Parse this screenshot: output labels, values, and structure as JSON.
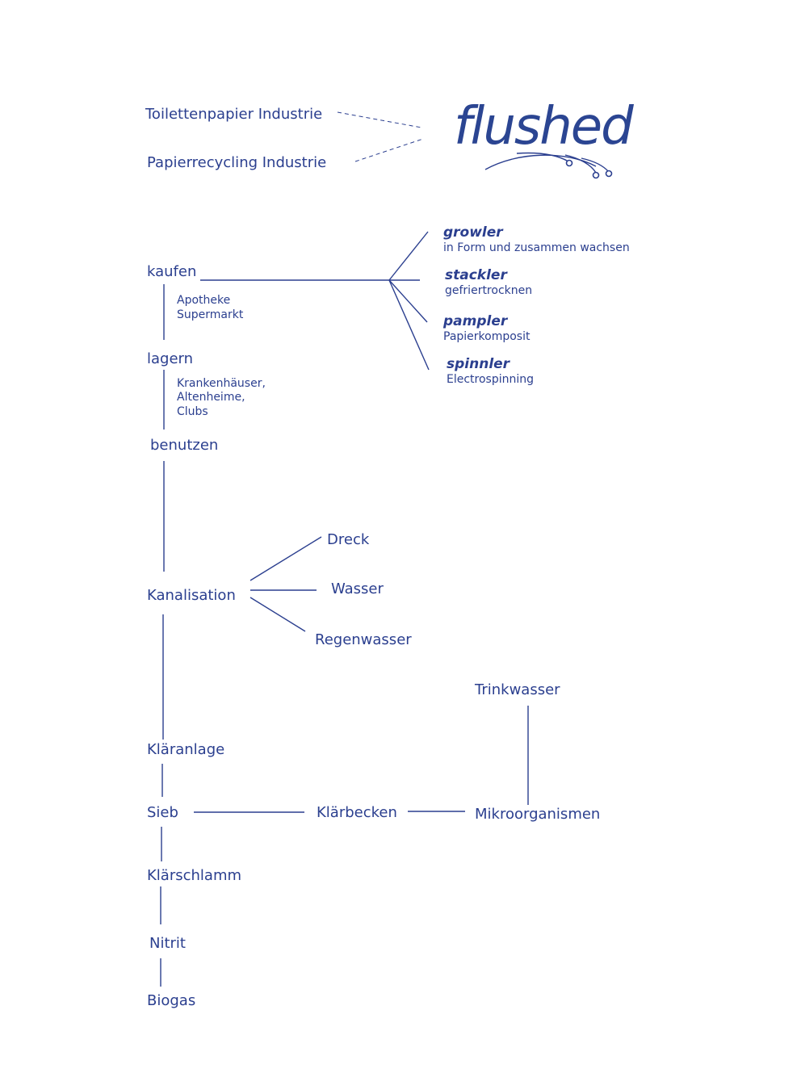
{
  "colors": {
    "ink": "#2b3f8f"
  },
  "logo": {
    "text": "flushed"
  },
  "industries": [
    "Toilettenpapier Industrie",
    "Papierrecycling Industrie"
  ],
  "lifecycle": {
    "kaufen": "kaufen",
    "kaufen_places": [
      "Apotheke",
      "Supermarkt"
    ],
    "lagern": "lagern",
    "lagern_places": [
      "Krankenhäuser,",
      "Altenheime,",
      "Clubs"
    ],
    "benutzen": "benutzen"
  },
  "products": [
    {
      "name": "growler",
      "desc": "in Form und zusammen wachsen"
    },
    {
      "name": "stackler",
      "desc": "gefriertrocknen"
    },
    {
      "name": "pampler",
      "desc": "Papierkomposit"
    },
    {
      "name": "spinnler",
      "desc": "Electrospinning"
    }
  ],
  "sewer": {
    "kanalisation": "Kanalisation",
    "inputs": [
      "Dreck",
      "Wasser",
      "Regenwasser"
    ]
  },
  "treatment": {
    "klaeranlage": "Kläranlage",
    "sieb": "Sieb",
    "klaerbecken": "Klärbecken",
    "mikro": "Mikroorganismen",
    "trinkwasser": "Trinkwasser",
    "klaerschlamm": "Klärschlamm",
    "nitrit": "Nitrit",
    "biogas": "Biogas"
  }
}
